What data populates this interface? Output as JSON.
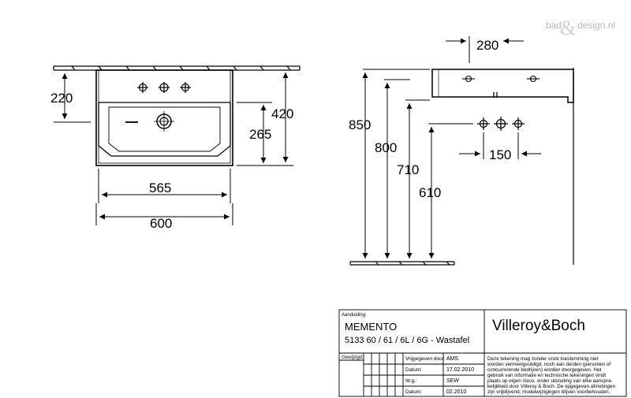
{
  "watermark": {
    "left": "bad",
    "amp": "&",
    "right": "design.nl"
  },
  "dimensions": {
    "front_220": "220",
    "front_420": "420",
    "front_265": "265",
    "front_565": "565",
    "front_600": "600",
    "side_280": "280",
    "side_850": "850",
    "side_800": "800",
    "side_710": "710",
    "side_610": "610",
    "tap_150": "150"
  },
  "title_block": {
    "aanduiding_label": "Aanduiding:",
    "product_name": "MEMENTO",
    "product_codes": "5133 60 / 61 / 6L / 6G - Wastafel",
    "brand": "Villeroy&Boch",
    "gewijzigd_label": "Gewijzigd:",
    "vrijgegeven_label": "Vrijgegeven door:",
    "vrijgegeven_value": "AMS",
    "datum1_label": "Datum:",
    "datum1_value": "17.02.2010",
    "wg_label": "W.g.:",
    "wg_value": "SEW",
    "datum2_label": "Datum:",
    "datum2_value": "02.2010",
    "disclaimer_lines": [
      "Deze tekening mag zonder onze toestemming niet",
      "worden vermenigvuldigd, noch aan derden  (personen of",
      "concurrerende bedrijven) worden doorgegeven. Het",
      "gebruik van informatie en technische tekeningen  vindt",
      "plaats op eigen risico, onder uitsluiting van elke aanspra-",
      "kelijkheid door Villeroy & Boch. De opgegeven afmetingen",
      "zijn vrijblijvend; modelwijzigingen blijven voorbehouden."
    ]
  }
}
